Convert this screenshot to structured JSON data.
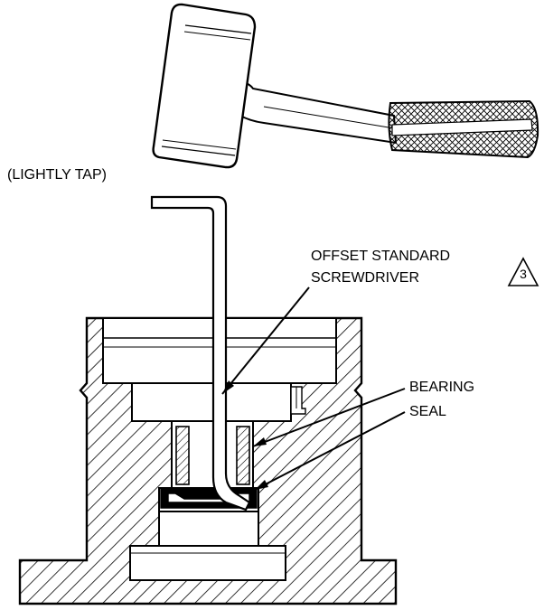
{
  "labels": {
    "tap": "(LIGHTLY TAP)",
    "screwdriver_line1": "OFFSET STANDARD",
    "screwdriver_line2": "SCREWDRIVER",
    "bearing": "BEARING",
    "seal": "SEAL"
  },
  "note": {
    "number": "3",
    "shape": "triangle-icon"
  },
  "colors": {
    "ink": "#000000",
    "paper": "#ffffff"
  }
}
